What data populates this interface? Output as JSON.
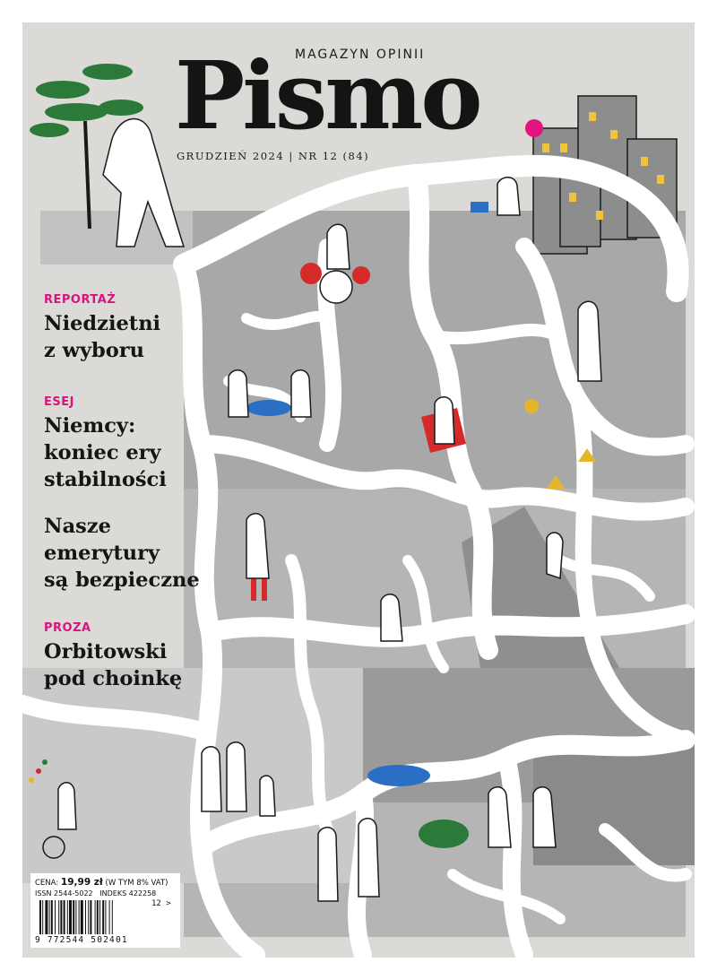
{
  "magazine": {
    "subtitle": "MAGAZYN OPINII",
    "title": "Pismo",
    "issue_line": "GRUDZIEŃ 2024 | NR 12 (84)",
    "accent_color": "#e4137e"
  },
  "contents": [
    {
      "category": "REPORTAŻ",
      "headline": [
        "Niedzietni",
        "z wyboru"
      ]
    },
    {
      "category": "ESEJ",
      "headline": [
        "Niemcy:",
        "koniec ery",
        "stabilności"
      ]
    },
    {
      "category": "",
      "headline": [
        "Nasze",
        "emerytury",
        "są bezpieczne"
      ]
    },
    {
      "category": "PROZA",
      "headline": [
        "Orbitowski",
        "pod choinkę"
      ]
    }
  ],
  "price_box": {
    "price_label": "CENA:",
    "price_value": "19,99 zł",
    "vat_note": "(W TYM 8% VAT)",
    "issn": "ISSN 2544-5022",
    "index": "INDEKS 422258",
    "barcode_number": "9 772544 502401",
    "barcode_suffix": "12 >"
  },
  "illustration": {
    "icons": [
      "tree-icon",
      "city-blocks-icon",
      "drummer-figure-icon",
      "laptop-figure-icon",
      "couple-at-table-icon",
      "armchair-reader-icon",
      "painter-figure-icon",
      "farmer-figure-icon",
      "goat-icon",
      "chicken-icon",
      "boat-figure-icon",
      "climber-figure-icon",
      "family-group-icon",
      "juggler-unicycle-icon",
      "walking-couple-icon",
      "elderly-couple-icon"
    ],
    "colors": {
      "background": "#dcdad6",
      "paths": "#ffffff",
      "ink": "#1a1a1a",
      "rooms": "#9c9c9c",
      "red": "#d42a2a",
      "blue": "#2a6fc4",
      "green": "#2c7a3a",
      "yellow": "#e6b52e"
    }
  }
}
